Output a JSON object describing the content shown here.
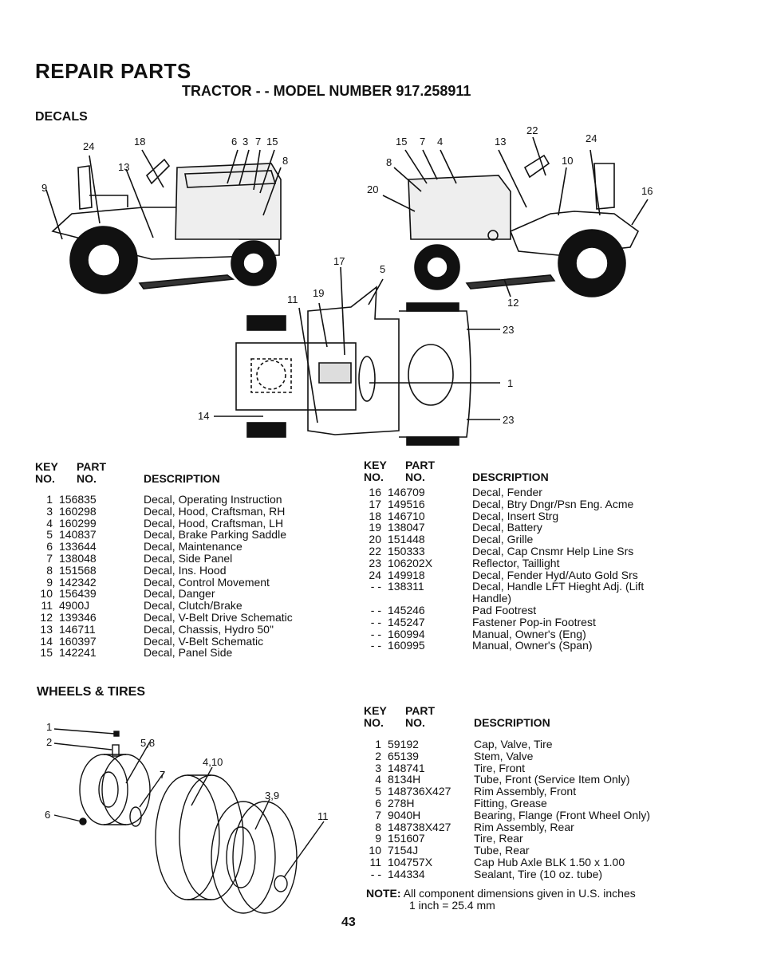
{
  "header": {
    "title": "REPAIR PARTS",
    "subtitle": "TRACTOR - - MODEL NUMBER 917.258911"
  },
  "decals": {
    "heading": "DECALS",
    "callouts": {
      "left_tractor": [
        "24",
        "18",
        "6",
        "3",
        "7",
        "15",
        "13",
        "8",
        "9"
      ],
      "right_tractor": [
        "15",
        "7",
        "4",
        "13",
        "22",
        "24",
        "10",
        "8",
        "20",
        "16"
      ],
      "top_view": [
        "17",
        "5",
        "11",
        "19",
        "12",
        "23",
        "1",
        "14",
        "23"
      ]
    },
    "header": {
      "key1": "KEY",
      "key2": "NO.",
      "part1": "PART",
      "part2": "NO.",
      "desc": "DESCRIPTION"
    },
    "left_rows": [
      {
        "key": "1",
        "part": "156835",
        "desc": "Decal, Operating Instruction"
      },
      {
        "key": "3",
        "part": "160298",
        "desc": "Decal, Hood, Craftsman, RH"
      },
      {
        "key": "4",
        "part": "160299",
        "desc": "Decal, Hood, Craftsman, LH"
      },
      {
        "key": "5",
        "part": "140837",
        "desc": "Decal, Brake Parking Saddle"
      },
      {
        "key": "6",
        "part": "133644",
        "desc": "Decal, Maintenance"
      },
      {
        "key": "7",
        "part": "138048",
        "desc": "Decal, Side Panel"
      },
      {
        "key": "8",
        "part": "151568",
        "desc": "Decal, Ins. Hood"
      },
      {
        "key": "9",
        "part": "142342",
        "desc": "Decal, Control Movement"
      },
      {
        "key": "10",
        "part": "156439",
        "desc": "Decal, Danger"
      },
      {
        "key": "11",
        "part": "4900J",
        "desc": "Decal, Clutch/Brake"
      },
      {
        "key": "12",
        "part": "139346",
        "desc": "Decal, V-Belt Drive Schematic"
      },
      {
        "key": "13",
        "part": "146711",
        "desc": "Decal, Chassis, Hydro 50\""
      },
      {
        "key": "14",
        "part": "160397",
        "desc": "Decal, V-Belt Schematic"
      },
      {
        "key": "15",
        "part": "142241",
        "desc": "Decal, Panel Side"
      }
    ],
    "right_rows": [
      {
        "key": "16",
        "part": "146709",
        "desc": "Decal, Fender"
      },
      {
        "key": "17",
        "part": "149516",
        "desc": "Decal, Btry Dngr/Psn Eng. Acme"
      },
      {
        "key": "18",
        "part": "146710",
        "desc": "Decal, Insert Strg"
      },
      {
        "key": "19",
        "part": "138047",
        "desc": "Decal, Battery"
      },
      {
        "key": "20",
        "part": "151448",
        "desc": "Decal, Grille"
      },
      {
        "key": "22",
        "part": "150333",
        "desc": "Decal, Cap Cnsmr Help Line Srs"
      },
      {
        "key": "23",
        "part": "106202X",
        "desc": "Reflector, Taillight"
      },
      {
        "key": "24",
        "part": "149918",
        "desc": "Decal, Fender Hyd/Auto Gold Srs"
      },
      {
        "key": "- -",
        "part": "138311",
        "desc": "Decal, Handle LFT Hieght Adj. (Lift"
      },
      {
        "key": "",
        "part": "",
        "desc": "Handle)"
      },
      {
        "key": "- -",
        "part": "145246",
        "desc": "Pad Footrest"
      },
      {
        "key": "- -",
        "part": "145247",
        "desc": "Fastener Pop-in Footrest"
      },
      {
        "key": "- -",
        "part": "160994",
        "desc": "Manual, Owner's (Eng)"
      },
      {
        "key": "- -",
        "part": "160995",
        "desc": "Manual, Owner's (Span)"
      }
    ]
  },
  "wheels": {
    "heading": "WHEELS & TIRES",
    "callouts": [
      "1",
      "2",
      "5,8",
      "7",
      "4,10",
      "3,9",
      "11",
      "6"
    ],
    "header": {
      "key1": "KEY",
      "key2": "NO.",
      "part1": "PART",
      "part2": "NO.",
      "desc": "DESCRIPTION"
    },
    "rows": [
      {
        "key": "1",
        "part": "59192",
        "desc": "Cap, Valve, Tire"
      },
      {
        "key": "2",
        "part": "65139",
        "desc": "Stem, Valve"
      },
      {
        "key": "3",
        "part": "148741",
        "desc": "Tire, Front"
      },
      {
        "key": "4",
        "part": "8134H",
        "desc": "Tube, Front (Service Item Only)"
      },
      {
        "key": "5",
        "part": "148736X427",
        "desc": "Rim Assembly, Front"
      },
      {
        "key": "6",
        "part": "278H",
        "desc": "Fitting, Grease"
      },
      {
        "key": "7",
        "part": "9040H",
        "desc": "Bearing, Flange (Front Wheel Only)"
      },
      {
        "key": "8",
        "part": "148738X427",
        "desc": "Rim Assembly, Rear"
      },
      {
        "key": "9",
        "part": "151607",
        "desc": "Tire, Rear"
      },
      {
        "key": "10",
        "part": "7154J",
        "desc": "Tube, Rear"
      },
      {
        "key": "11",
        "part": "104757X",
        "desc": "Cap Hub Axle BLK 1.50 x 1.00"
      },
      {
        "key": "- -",
        "part": "144334",
        "desc": "Sealant, Tire (10 oz. tube)"
      }
    ],
    "note_label": "NOTE:",
    "note_line1": "All component dimensions given in U.S. inches",
    "note_line2": "1 inch = 25.4 mm"
  },
  "page_number": "43"
}
